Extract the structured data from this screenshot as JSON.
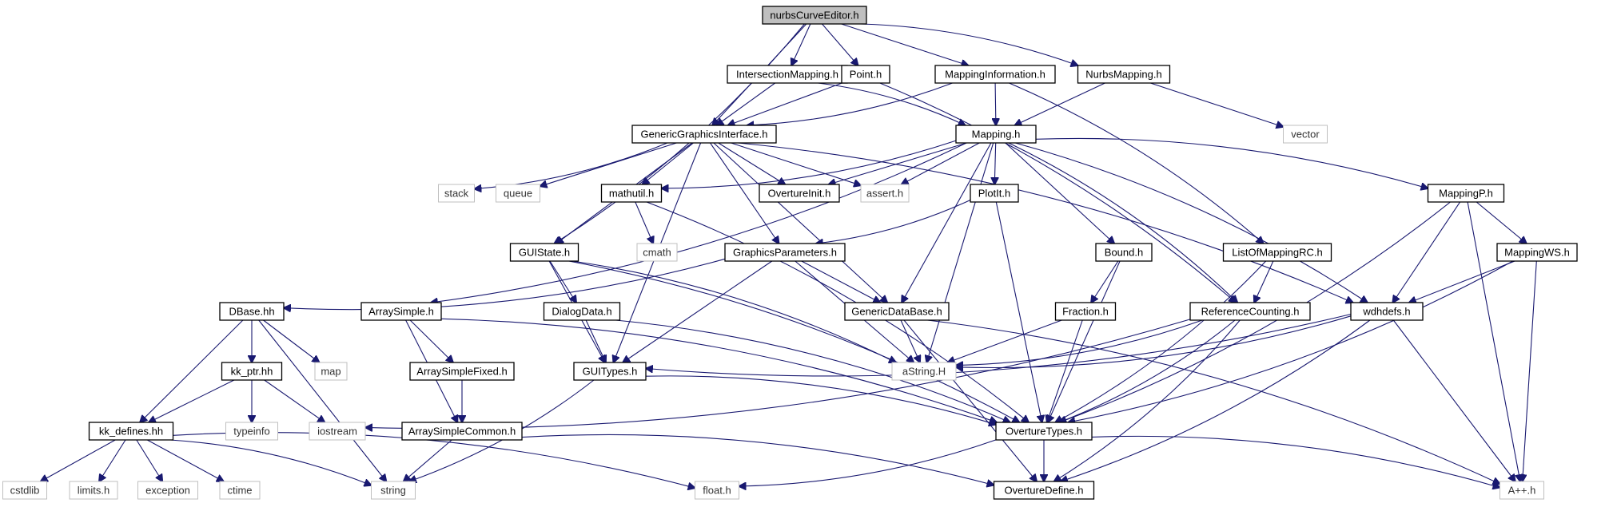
{
  "graph": {
    "root": "nurbsCurveEditor.h",
    "nodes": {
      "nurbsCurveEditor": "nurbsCurveEditor.h",
      "IntersectionMapping": "IntersectionMapping.h",
      "Point": "Point.h",
      "MappingInformation": "MappingInformation.h",
      "NurbsMapping": "NurbsMapping.h",
      "GenericGraphicsInterface": "GenericGraphicsInterface.h",
      "Mapping": "Mapping.h",
      "vector": "vector",
      "stack": "stack",
      "queue": "queue",
      "mathutil": "mathutil.h",
      "OvertureInit": "OvertureInit.h",
      "assert": "assert.h",
      "PlotIt": "PlotIt.h",
      "MappingP": "MappingP.h",
      "cmath": "cmath",
      "GUIState": "GUIState.h",
      "GraphicsParameters": "GraphicsParameters.h",
      "Bound": "Bound.h",
      "ListOfMappingRC": "ListOfMappingRC.h",
      "MappingWS": "MappingWS.h",
      "DBase": "DBase.hh",
      "ArraySimple": "ArraySimple.h",
      "DialogData": "DialogData.h",
      "GenericDataBase": "GenericDataBase.h",
      "Fraction": "Fraction.h",
      "ReferenceCounting": "ReferenceCounting.h",
      "wdhdefs": "wdhdefs.h",
      "map": "map",
      "kk_ptr": "kk_ptr.hh",
      "ArraySimpleFixed": "ArraySimpleFixed.h",
      "GUITypes": "GUITypes.h",
      "aString": "aString.H",
      "typeinfo": "typeinfo",
      "iostream": "iostream",
      "ArraySimpleCommon": "ArraySimpleCommon.h",
      "OvertureTypes": "OvertureTypes.h",
      "kk_defines": "kk_defines.hh",
      "cstdlib": "cstdlib",
      "limits": "limits.h",
      "exception": "exception",
      "ctime": "ctime",
      "string": "string",
      "float": "float.h",
      "OvertureDefine": "OvertureDefine.h",
      "App": "A++.h"
    }
  },
  "colors": {
    "edge": "#191970",
    "project_border": "#000000",
    "system_border": "#bfbfbf",
    "root_fill": "#bfbfbf"
  }
}
